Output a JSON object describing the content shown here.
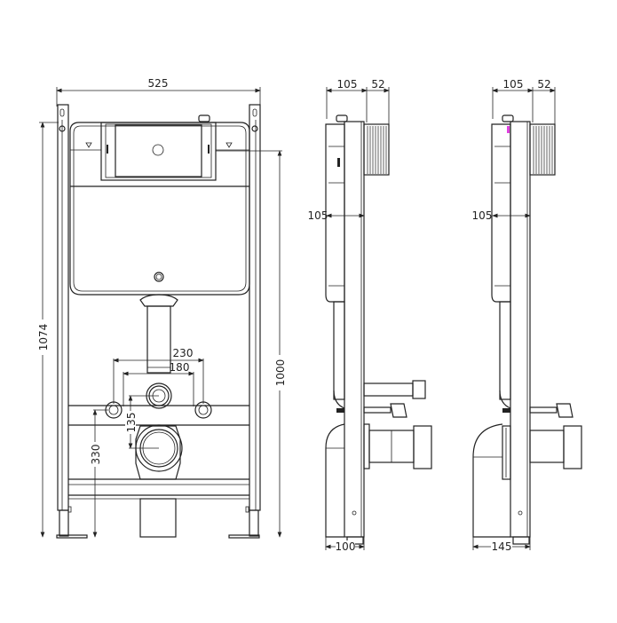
{
  "title": "Concealed cistern frame technical drawing",
  "front_view": {
    "dims": {
      "width": "525",
      "height_total": "1074",
      "height_frame": "1000",
      "inlet_spacing_outer": "230",
      "inlet_spacing_inner": "180",
      "waste_offset": "135",
      "waste_height": "330"
    }
  },
  "side_view_1": {
    "dims": {
      "depth_top": "105",
      "plate_depth": "52",
      "depth_mid": "105",
      "foot_depth": "100"
    }
  },
  "side_view_2": {
    "dims": {
      "depth_top": "105",
      "plate_depth": "52",
      "depth_mid": "105",
      "foot_depth": "145"
    }
  },
  "colors": {
    "line": "#222222",
    "highlight": "#e040e0"
  }
}
